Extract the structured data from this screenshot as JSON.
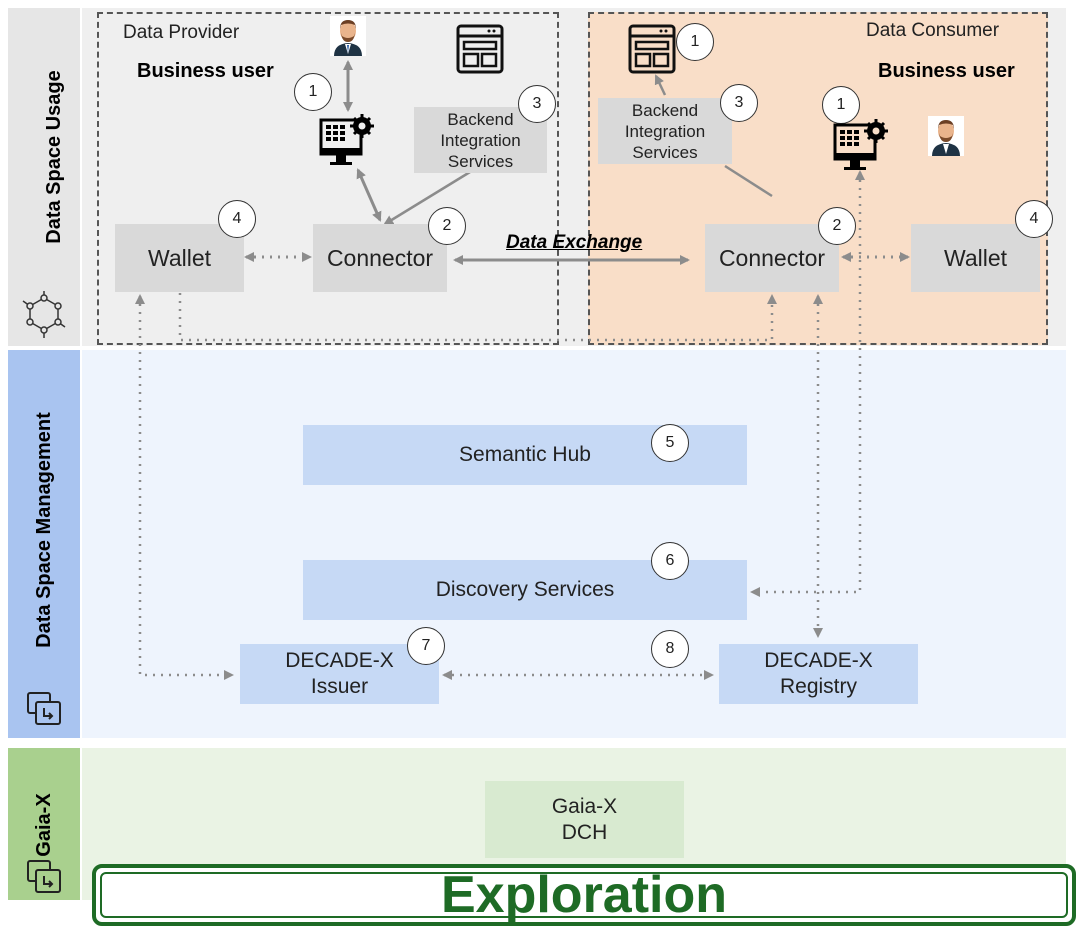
{
  "bands": {
    "usage": {
      "label": "Data Space Usage",
      "color": "#efefef"
    },
    "management": {
      "label": "Data Space Management",
      "color": "#eef4fd",
      "side_color": "#a9c4f0"
    },
    "gaiax": {
      "label": "Gaia-X",
      "color": "#eaf3e4",
      "side_color": "#a9d08e"
    }
  },
  "provider": {
    "title": "Data Provider",
    "business_user": "Business user",
    "wallet": "Wallet",
    "connector": "Connector",
    "backend": "Backend Integration Services",
    "badges": {
      "app": "1",
      "connector": "2",
      "backend": "3",
      "wallet": "4"
    }
  },
  "consumer": {
    "title": "Data Consumer",
    "business_user": "Business user",
    "wallet": "Wallet",
    "connector": "Connector",
    "backend": "Backend Integration Services",
    "badges": {
      "ui": "1",
      "app": "1",
      "connector": "2",
      "backend": "3",
      "wallet": "4"
    }
  },
  "data_exchange": "Data Exchange",
  "management": {
    "semantic_hub": "Semantic Hub",
    "discovery": "Discovery Services",
    "issuer": "DECADE-X Issuer",
    "registry": "DECADE-X Registry",
    "badges": {
      "semantic_hub": "5",
      "discovery": "6",
      "issuer": "7",
      "registry": "8"
    }
  },
  "gaiax": {
    "dch": "Gaia-X DCH"
  },
  "banner": {
    "text": "Exploration",
    "color": "#1e6b25"
  },
  "icons": {
    "network": "network-hexagon-icon",
    "stack": "stacked-windows-icon",
    "window": "app-window-icon",
    "computer": "computer-gear-icon",
    "person": "business-person-icon"
  },
  "colors": {
    "consumer_bg": "#f9dec8",
    "box_grey": "#d9d9d9",
    "box_blue": "#c6d9f5",
    "box_green": "#d8ead0",
    "arrow": "#8c8c8c"
  }
}
